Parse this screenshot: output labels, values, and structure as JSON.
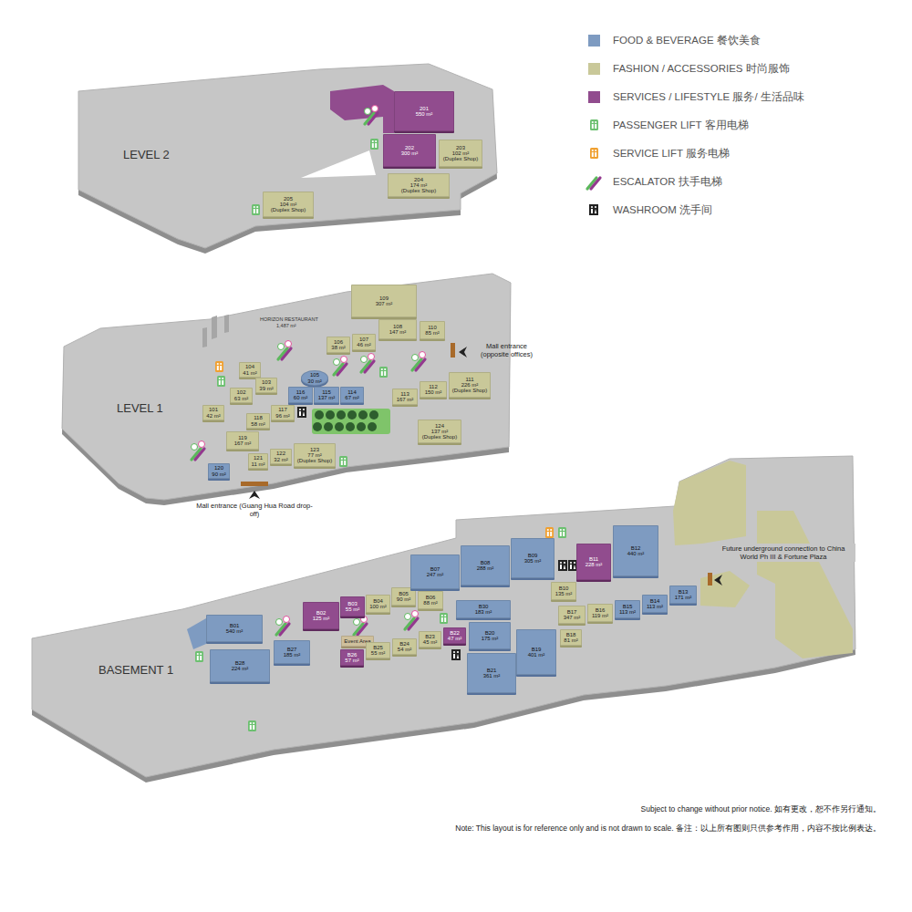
{
  "diagram": {
    "nodes": [
      {
        "text": [
          "201",
          "550 m²"
        ]
      },
      {
        "text": [
          "202",
          "300 m²"
        ]
      },
      {
        "text": [
          "203",
          "102 m²",
          "(Duplex Shop)"
        ]
      },
      {
        "text": [
          "204",
          "174 m²",
          "(Duplex Shop)"
        ]
      },
      {
        "text": [
          "205",
          "104 m²",
          "(Duplex Shop)"
        ]
      },
      {
        "text": [
          "109",
          "307 m²"
        ]
      },
      {
        "text": [
          "108",
          "147 m²"
        ]
      },
      {
        "text": [
          "110",
          "85 m²"
        ]
      },
      {
        "text": [
          "107",
          "46 m²"
        ]
      },
      {
        "text": [
          "106",
          "38 m²"
        ]
      },
      {
        "text": [
          "105",
          "30 m²"
        ]
      },
      {
        "text": [
          "104",
          "41 m²"
        ]
      },
      {
        "text": [
          "103",
          "39 m²"
        ]
      },
      {
        "text": [
          "102",
          "63 m²"
        ]
      },
      {
        "text": [
          "101",
          "42 m²"
        ]
      },
      {
        "text": [
          "116",
          "60 m²"
        ]
      },
      {
        "text": [
          "115",
          "137 m²"
        ]
      },
      {
        "text": [
          "114",
          "67 m²"
        ]
      },
      {
        "text": [
          "117",
          "96 m²"
        ]
      },
      {
        "text": [
          "118",
          "58 m²"
        ]
      },
      {
        "text": [
          "119",
          "167 m²"
        ]
      },
      {
        "text": [
          "121",
          "11 m²"
        ]
      },
      {
        "text": [
          "122",
          "32 m²"
        ]
      },
      {
        "text": [
          "123",
          "77 m²",
          "(Duplex Shop)"
        ]
      },
      {
        "text": [
          "113",
          "167 m²"
        ]
      },
      {
        "text": [
          "112",
          "150 m²"
        ]
      },
      {
        "text": [
          "111",
          "226 m²",
          "(Duplex Shop)"
        ]
      },
      {
        "text": [
          "124",
          "137 m²",
          "(Duplex Shop)"
        ]
      },
      {
        "text": [
          "120",
          "90 m²"
        ]
      },
      {
        "text": [
          "B01",
          "540 m²"
        ]
      },
      {
        "text": [
          "B28",
          "224 m²"
        ]
      },
      {
        "text": [
          "B27",
          "185 m²"
        ]
      },
      {
        "text": [
          "B02",
          "125 m²"
        ]
      },
      {
        "text": [
          "B03",
          "55 m²"
        ]
      },
      {
        "text": [
          "B04",
          "100 m²"
        ]
      },
      {
        "text": [
          "B05",
          "90 m²"
        ]
      },
      {
        "text": [
          "B06",
          "88 m²"
        ]
      },
      {
        "text": [
          "Event Area"
        ]
      },
      {
        "text": [
          "B26",
          "57 m²"
        ]
      },
      {
        "text": [
          "B25",
          "55 m²"
        ]
      },
      {
        "text": [
          "B24",
          "54 m²"
        ]
      },
      {
        "text": [
          "B23",
          "45 m²"
        ]
      },
      {
        "text": [
          "B22",
          "47 m²"
        ]
      },
      {
        "text": [
          "B07",
          "247 m²"
        ]
      },
      {
        "text": [
          "B08",
          "288 m²"
        ]
      },
      {
        "text": [
          "B09",
          "305 m²"
        ]
      },
      {
        "text": [
          "B30",
          "183 m²"
        ]
      },
      {
        "text": [
          "B20",
          "175 m²"
        ]
      },
      {
        "text": [
          "B21",
          "361 m²"
        ]
      },
      {
        "text": [
          "B19",
          "401 m²"
        ]
      },
      {
        "text": [
          "B10",
          "135 m²"
        ]
      },
      {
        "text": [
          "B11",
          "228 m²"
        ]
      },
      {
        "text": [
          "B12",
          "440 m²"
        ]
      },
      {
        "text": [
          "B17",
          "347 m²"
        ]
      },
      {
        "text": [
          "B18",
          "81 m²"
        ]
      },
      {
        "text": [
          "B16",
          "119 m²"
        ]
      },
      {
        "text": [
          "B15",
          "113 m²"
        ]
      },
      {
        "text": [
          "B14",
          "113 m²"
        ]
      },
      {
        "text": [
          "B13",
          "171 m²"
        ]
      }
    ],
    "labels": [
      "LEVEL 2",
      "LEVEL 1",
      "BASEMENT 1",
      "HORIZON RESTAURANT",
      "1,487 m²",
      "Mall entrance (opposite offices)",
      "Mall entrance (Guang Hua Road drop-off)",
      "Future underground connection to China World Ph III & Fortune Plaza",
      "Subject to change without prior notice. 如有更改，恕不作另行通知。",
      "Note: This layout is for reference only and is not drawn to scale. 备注：以上所有图则只供参考作用，内容不按比例表达。"
    ],
    "legend": [
      {
        "text": "FOOD & BEVERAGE 餐饮美食",
        "color": "#7e9bc1"
      },
      {
        "text": "FASHION / ACCESSORIES 时尚服饰",
        "color": "#c9c899"
      },
      {
        "text": "SERVICES / LIFESTYLE 服务/ 生活品味",
        "color": "#914c8e"
      },
      {
        "text": "PASSENGER LIFT 客用电梯"
      },
      {
        "text": "SERVICE LIFT 服务电梯"
      },
      {
        "text": "ESCALATOR 扶手电梯"
      },
      {
        "text": "WASHROOM 洗手间"
      }
    ]
  }
}
